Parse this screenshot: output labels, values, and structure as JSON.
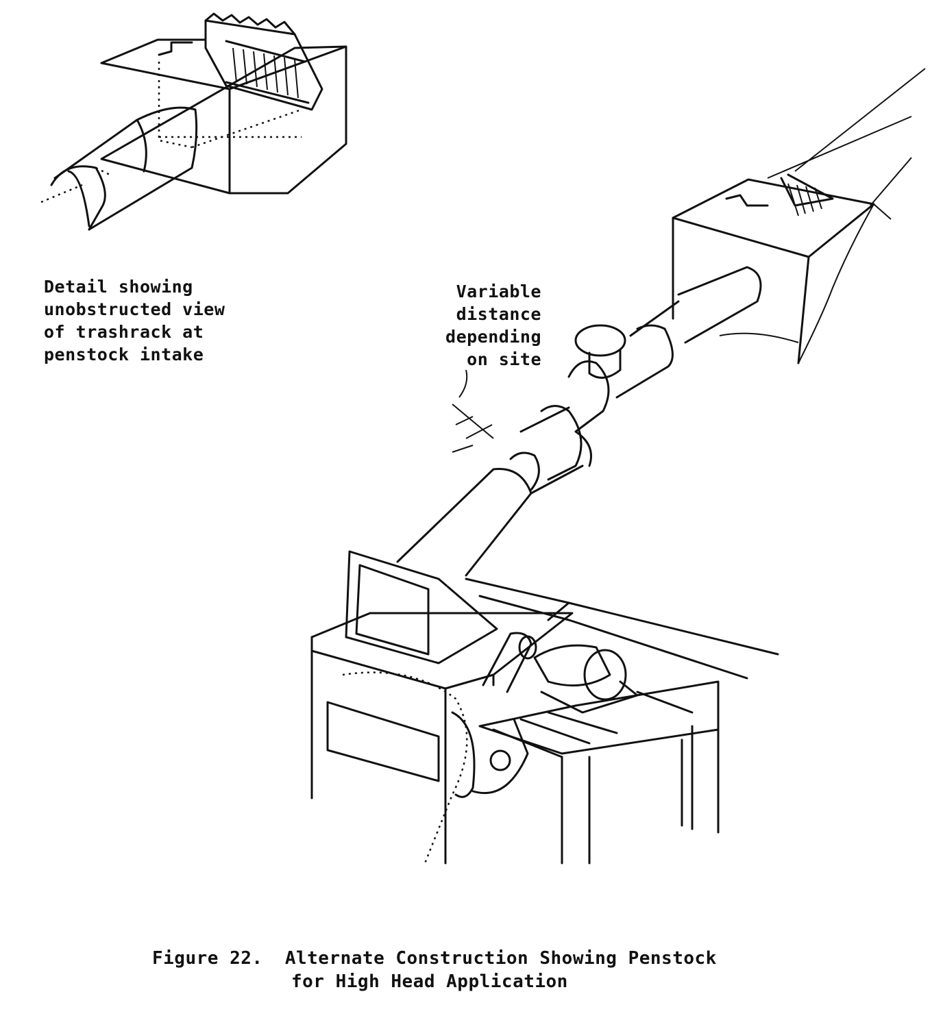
{
  "detail_caption": {
    "lines": [
      "Detail showing",
      "unobstructed view",
      "of trashrack at",
      "penstock intake"
    ]
  },
  "variable_label": {
    "lines": [
      "Variable",
      "distance",
      "depending",
      "on site"
    ]
  },
  "figure_caption": {
    "line1": "Figure 22.  Alternate Construction Showing Penstock",
    "line2": "for High Head Application"
  }
}
